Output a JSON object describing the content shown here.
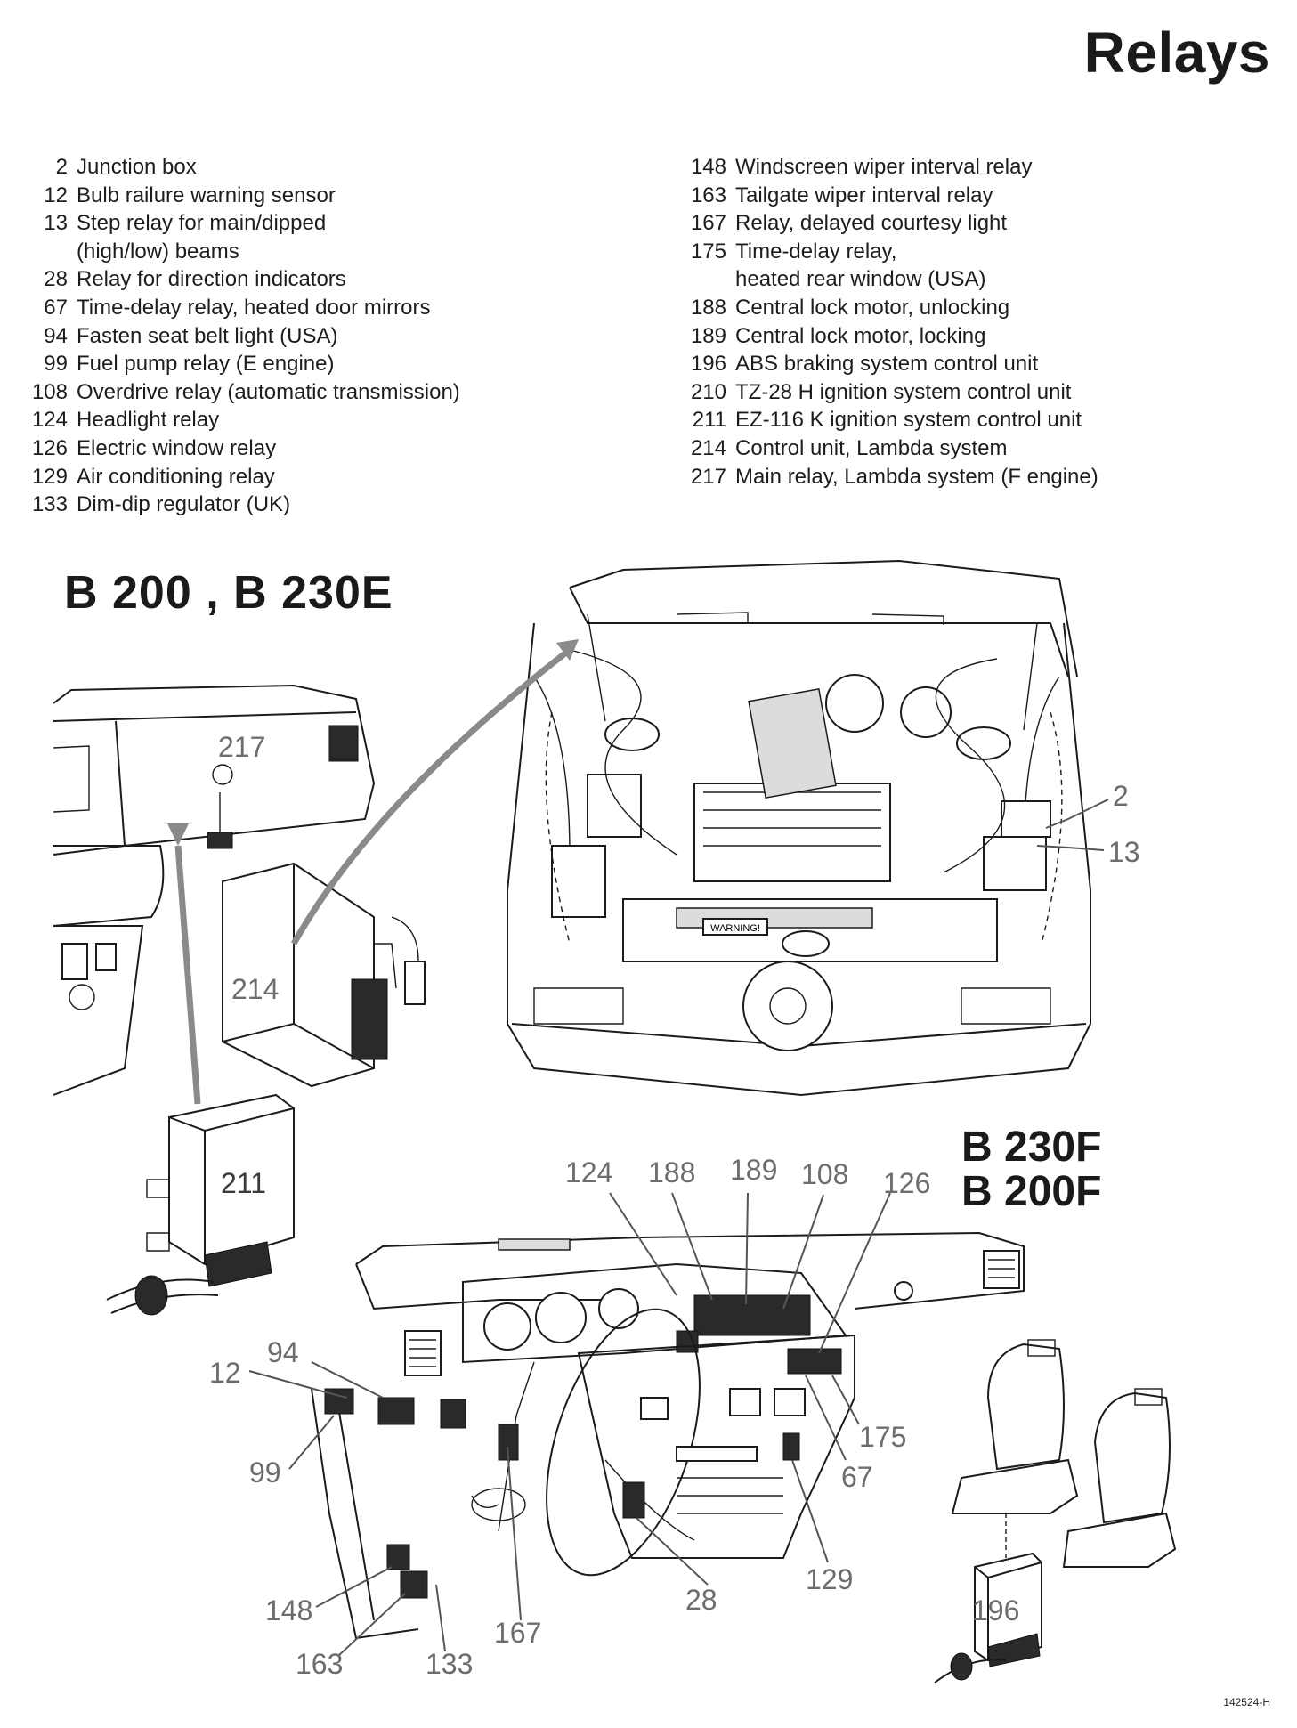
{
  "title": "Relays",
  "legend_left": [
    {
      "num": "2",
      "desc": "Junction box"
    },
    {
      "num": "12",
      "desc": "Bulb railure warning sensor"
    },
    {
      "num": "13",
      "desc": "Step relay for main/dipped"
    },
    {
      "num": "",
      "desc": "(high/low) beams"
    },
    {
      "num": "28",
      "desc": "Relay for direction indicators"
    },
    {
      "num": "67",
      "desc": "Time-delay relay, heated door mirrors"
    },
    {
      "num": "94",
      "desc": "Fasten seat belt light (USA)"
    },
    {
      "num": "99",
      "desc": "Fuel pump relay (E engine)"
    },
    {
      "num": "108",
      "desc": "Overdrive relay (automatic transmission)"
    },
    {
      "num": "124",
      "desc": "Headlight relay"
    },
    {
      "num": "126",
      "desc": "Electric window relay"
    },
    {
      "num": "129",
      "desc": "Air conditioning relay"
    },
    {
      "num": "133",
      "desc": "Dim-dip regulator (UK)"
    }
  ],
  "legend_right": [
    {
      "num": "148",
      "desc": "Windscreen wiper interval relay"
    },
    {
      "num": "163",
      "desc": "Tailgate wiper interval relay"
    },
    {
      "num": "167",
      "desc": "Relay, delayed courtesy light"
    },
    {
      "num": "175",
      "desc": "Time-delay relay,"
    },
    {
      "num": "",
      "desc": "heated rear window (USA)"
    },
    {
      "num": "188",
      "desc": "Central lock motor, unlocking"
    },
    {
      "num": "189",
      "desc": "Central lock motor, locking"
    },
    {
      "num": "196",
      "desc": "ABS braking system control unit"
    },
    {
      "num": "210",
      "desc": "TZ-28 H ignition system control unit"
    },
    {
      "num": "211",
      "desc": "EZ-116 K ignition system control unit"
    },
    {
      "num": "214",
      "desc": "Control unit, Lambda system"
    },
    {
      "num": "217",
      "desc": "Main relay, Lambda system (F engine)"
    }
  ],
  "variants": {
    "engine_a": "B 200 , B 230E",
    "engine_b_line1": "B 230F",
    "engine_b_line2": "B 200F"
  },
  "callouts": {
    "c2": "2",
    "c13": "13",
    "c217": "217",
    "c214": "214",
    "c211": "211",
    "c124": "124",
    "c188": "188",
    "c189": "189",
    "c108": "108",
    "c126": "126",
    "c12": "12",
    "c94": "94",
    "c99": "99",
    "c175": "175",
    "c67": "67",
    "c129": "129",
    "c28": "28",
    "c148": "148",
    "c163": "163",
    "c133": "133",
    "c167": "167",
    "c196": "196"
  },
  "engine_label": "WARNING!",
  "reference": "142524-H"
}
